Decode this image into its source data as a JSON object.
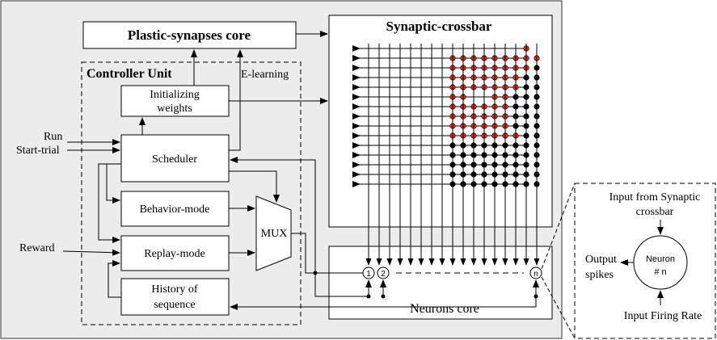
{
  "blocks": {
    "plastic_core": "Plastic-synapses core",
    "controller_unit": "Controller Unit",
    "e_learning": "E-learning",
    "init_weights_1": "Initializing",
    "init_weights_2": "weights",
    "scheduler": "Scheduler",
    "behavior_mode": "Behavior-mode",
    "replay_mode": "Replay-mode",
    "history_1": "History of",
    "history_2": "sequence",
    "mux": "MUX",
    "synaptic_crossbar": "Synaptic-crossbar",
    "neurons_core": "Neurons core"
  },
  "inputs": {
    "run": "Run",
    "start_trial": "Start-trial",
    "reward": "Reward"
  },
  "neurons": {
    "n1": "1",
    "n2": "2",
    "nn": "n"
  },
  "inset": {
    "input_from_crossbar_1": "Input from Synaptic",
    "input_from_crossbar_2": "crossbar",
    "neuron_1": "Neuron",
    "neuron_2": "# n",
    "output_1": "Output",
    "output_2": "spikes",
    "input_firing_rate": "Input Firing Rate"
  },
  "colors": {
    "panel_bg": "#ececec",
    "synapse_red": "#e8261c",
    "synapse_black": "#000000",
    "stroke": "#000000"
  }
}
